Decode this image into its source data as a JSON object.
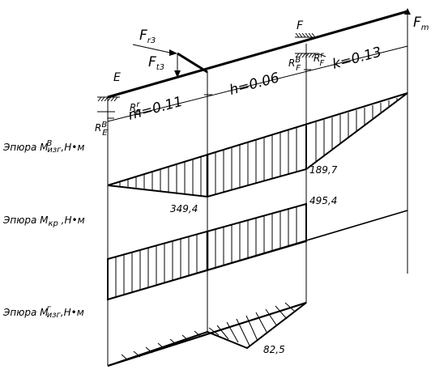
{
  "labels": {
    "E": "E",
    "Fr3_main": "F",
    "Fr3_sub": "r3",
    "Ft3_main": "F",
    "Ft3_sub": "t3",
    "F": "F",
    "Fm_main": "F",
    "Fm_sub": "m",
    "RrE_main": "R",
    "RrE_sup": "r",
    "RrE_sub": "E",
    "RbE_main": "R",
    "RbE_sup": "B",
    "RbE_sub": "E",
    "RbF_main": "R",
    "RbF_sup": "B",
    "RbF_sub": "F",
    "RrF_main": "R",
    "RrF_sup": "r",
    "RrF_sub": "F",
    "dim_m": "m=0.11",
    "dim_h": "h=0.06",
    "dim_k": "k=0.13"
  },
  "diagrams": {
    "bend_vertical": {
      "prefix": "Эпюра M",
      "sup": "B",
      "sub": "изг",
      "units": ",H•м"
    },
    "torque": {
      "prefix": "Эпюра M",
      "sub": "кр",
      "units": " ,H•м"
    },
    "bend_horizontal": {
      "prefix": "Эпюра M",
      "sup": "г",
      "sub": "изг",
      "units": ",H•м"
    }
  },
  "values": {
    "v1": "349,4",
    "v2": "189,7",
    "v3": "495,4",
    "v4": "82,5"
  }
}
